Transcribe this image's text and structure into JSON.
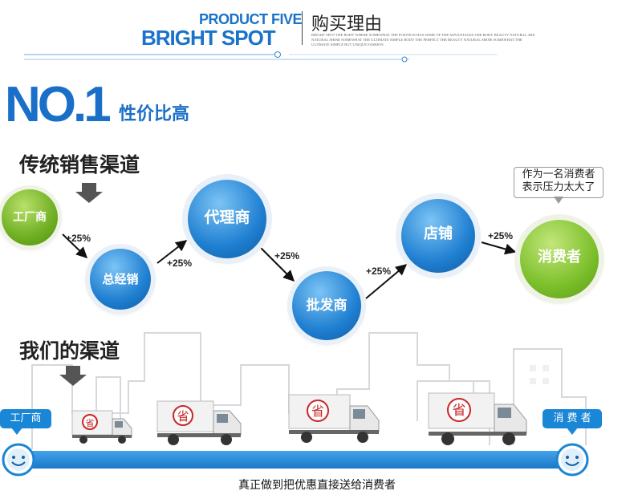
{
  "header": {
    "en_line1": "PRODUCT FIVE",
    "en_line2": "BRIGHT SPOT",
    "cn_title": "购买理由",
    "fine_print": "BRIGHT SPOT THE BODY WHERE SOMEWHAT THE POSITION HAS SOME OF THE ADVANTAGES THE BODY BEAUTY NATURAL ARE NATURAL SHINE SOMEWHAT THE ULTIMATE SIMPLE BODY THE PERFECT THE BEAUTY NATURAL SHINE SOMEWHAT THE ULTIMATE SIMPLE BUT UNIQUE FASHION"
  },
  "hero": {
    "no1": "NO.1",
    "subtitle": "性价比高"
  },
  "traditional": {
    "title": "传统销售渠道",
    "nodes": [
      "工厂商",
      "总经销",
      "代理商",
      "批发商",
      "店铺",
      "消费者"
    ],
    "increments": [
      "+25%",
      "+25%",
      "+25%",
      "+25%",
      "+25%"
    ],
    "bubble": "作为一名消费者\n表示压力太大了"
  },
  "ours": {
    "title": "我们的渠道",
    "left_tag": "工厂商",
    "right_tag": "消 费 者",
    "truck_mark": "省",
    "bottom_text": "真正做到把优惠直接送给消费者"
  },
  "colors": {
    "brand_blue": "#1a73c8",
    "channel_bar": "#1a86d6",
    "green_node": "#7bbf2a",
    "blue_node": "#1f7fd1"
  }
}
